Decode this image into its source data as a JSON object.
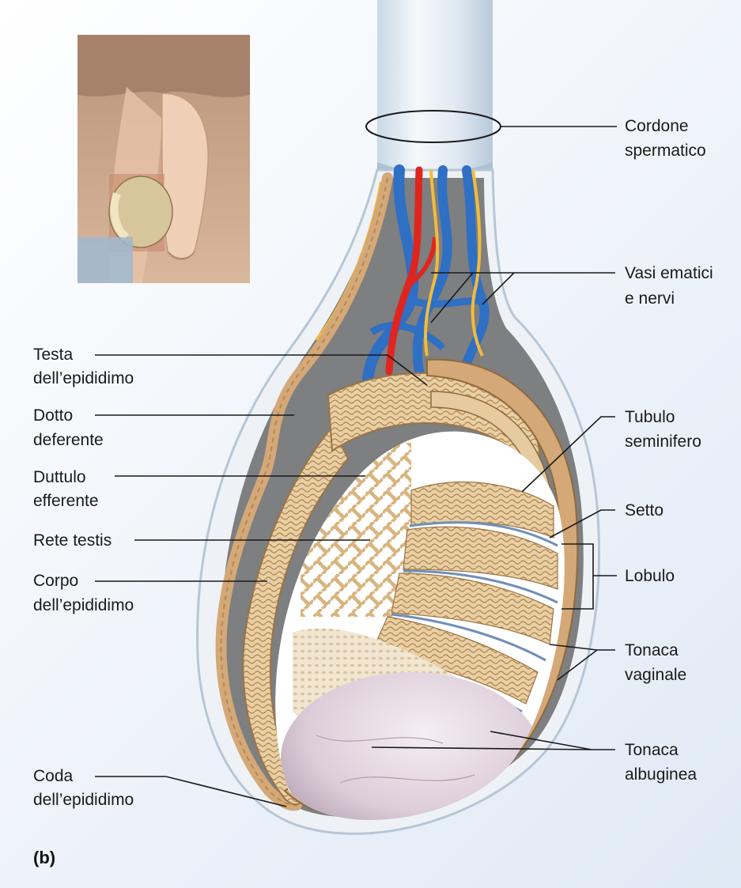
{
  "panel_letter": "(b)",
  "labels": {
    "cordone_1": "Cordone",
    "cordone_2": "spermatico",
    "vasi_1": "Vasi ematici",
    "vasi_2": "e nervi",
    "testa_1": "Testa",
    "testa_2": "dell’epididimo",
    "dotto_1": "Dotto",
    "dotto_2": "deferente",
    "duttulo_1": "Duttulo",
    "duttulo_2": "efferente",
    "rete": "Rete testis",
    "corpo_1": "Corpo",
    "corpo_2": "dell’epididimo",
    "coda_1": "Coda",
    "coda_2": "dell’epididimo",
    "tubulo_1": "Tubulo",
    "tubulo_2": "seminifero",
    "setto": "Setto",
    "lobulo": "Lobulo",
    "vaginale_1": "Tonaca",
    "vaginale_2": "vaginale",
    "albuginea_1": "Tonaca",
    "albuginea_2": "albuginea"
  },
  "colors": {
    "tubule": "#e5c89a",
    "tubule_dark": "#b58a52",
    "artery": "#e0251f",
    "vein": "#2f6fc4",
    "nerve": "#f2bb3c",
    "capsule": "#d4a877",
    "albuginea": "#d7cad6"
  }
}
